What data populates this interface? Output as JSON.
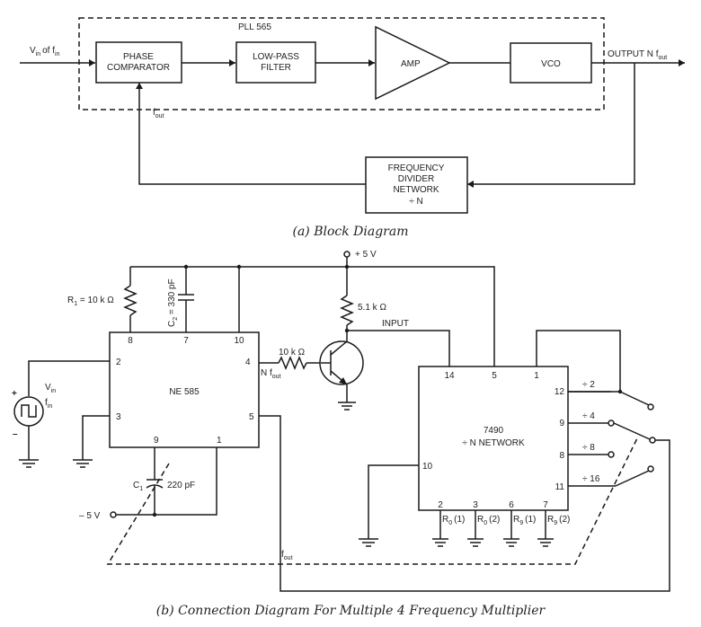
{
  "block_diagram": {
    "input_label": "V",
    "input_sub": "in",
    "input_of": "of f",
    "input_of_sub": "in",
    "pll_label": "PLL 565",
    "phase_comparator": [
      "PHASE",
      "COMPARATOR"
    ],
    "low_pass_filter": [
      "LOW-PASS",
      "FILTER"
    ],
    "amp": "AMP",
    "vco": "VCO",
    "output_label": "OUTPUT  N f",
    "output_sub": "out",
    "fout_label": "f",
    "fout_sub": "out",
    "freq_divider": [
      "FREQUENCY",
      "DIVIDER",
      "NETWORK",
      "÷ N"
    ],
    "caption": "(a) Block Diagram"
  },
  "connection_diagram": {
    "supply_pos": "+ 5 V",
    "supply_neg": "– 5 V",
    "r1": "R",
    "r1_sub": "1",
    "r1_val": " = 10 k Ω",
    "c2": "C",
    "c2_sub": "2",
    "c2_val": " = 330 pF",
    "r_collector": "5.1 k Ω",
    "input_label": "INPUT",
    "r_base": "10 k Ω",
    "nfout": "N f",
    "nfout_sub": "out",
    "ne585": "NE 585",
    "ne_pins": [
      "8",
      "7",
      "10",
      "2",
      "4",
      "3",
      "5",
      "9",
      "1"
    ],
    "vin": "V",
    "vin_sub": "in",
    "fin": "f",
    "fin_sub": "in",
    "plus": "+",
    "minus": "–",
    "c1": "C",
    "c1_sub": "1",
    "c1_val": "220 pF",
    "ic7490": "7490",
    "divn": "÷ N  NETWORK",
    "ic_pins_top": [
      "14",
      "5",
      "1"
    ],
    "ic_pins_right": [
      "12",
      "9",
      "8",
      "11"
    ],
    "ic_pin_left": "10",
    "ic_pins_bottom": [
      "2",
      "3",
      "6",
      "7"
    ],
    "reset_labels": [
      "R",
      "R",
      "R",
      "R"
    ],
    "reset_subs": [
      "0",
      "0",
      "9",
      "9"
    ],
    "reset_args": [
      "(1)",
      "(2)",
      "(1)",
      "(2)"
    ],
    "switch_labels": [
      "÷ 2",
      "÷ 4",
      "÷ 8",
      "÷ 16"
    ],
    "fout_label": "f",
    "fout_sub": "out",
    "caption": "(b) Connection Diagram For Multiple 4  Frequency Multiplier"
  }
}
